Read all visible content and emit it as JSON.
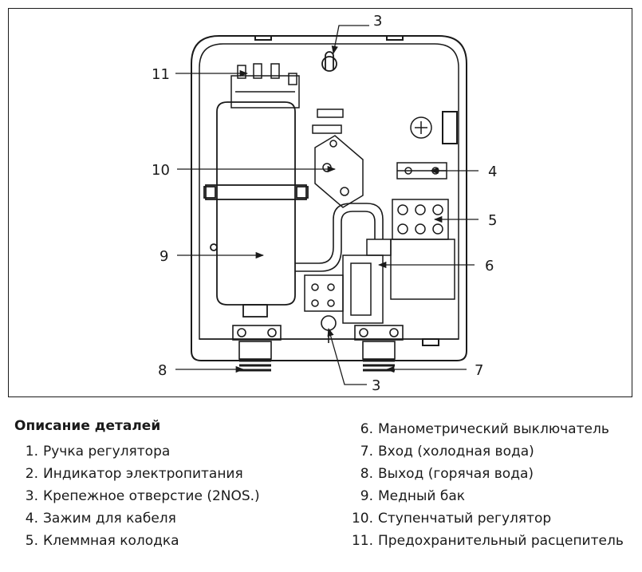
{
  "callouts": {
    "c3_top": "3",
    "c11": "11",
    "c4": "4",
    "c10": "10",
    "c5": "5",
    "c9": "9",
    "c6": "6",
    "c8": "8",
    "c7": "7",
    "c3_bottom": "3"
  },
  "legend": {
    "title": "Описание деталей",
    "left_items": [
      {
        "num": "1.",
        "text": "Ручка регулятора"
      },
      {
        "num": "2.",
        "text": "Индикатор электропитания"
      },
      {
        "num": "3.",
        "text": "Крепежное отверстие (2NOS.)"
      },
      {
        "num": "4.",
        "text": "Зажим для кабеля"
      },
      {
        "num": "5.",
        "text": "Клеммная колодка"
      }
    ],
    "right_items": [
      {
        "num": "6.",
        "text": "Манометрический выключатель"
      },
      {
        "num": "7.",
        "text": "Вход (холодная вода)"
      },
      {
        "num": "8.",
        "text": "Выход (горячая вода)"
      },
      {
        "num": "9.",
        "text": "Медный бак"
      },
      {
        "num": "10.",
        "text": "Ступенчатый регулятор"
      },
      {
        "num": "11.",
        "text": "Предохранительный расцепитель"
      }
    ]
  }
}
